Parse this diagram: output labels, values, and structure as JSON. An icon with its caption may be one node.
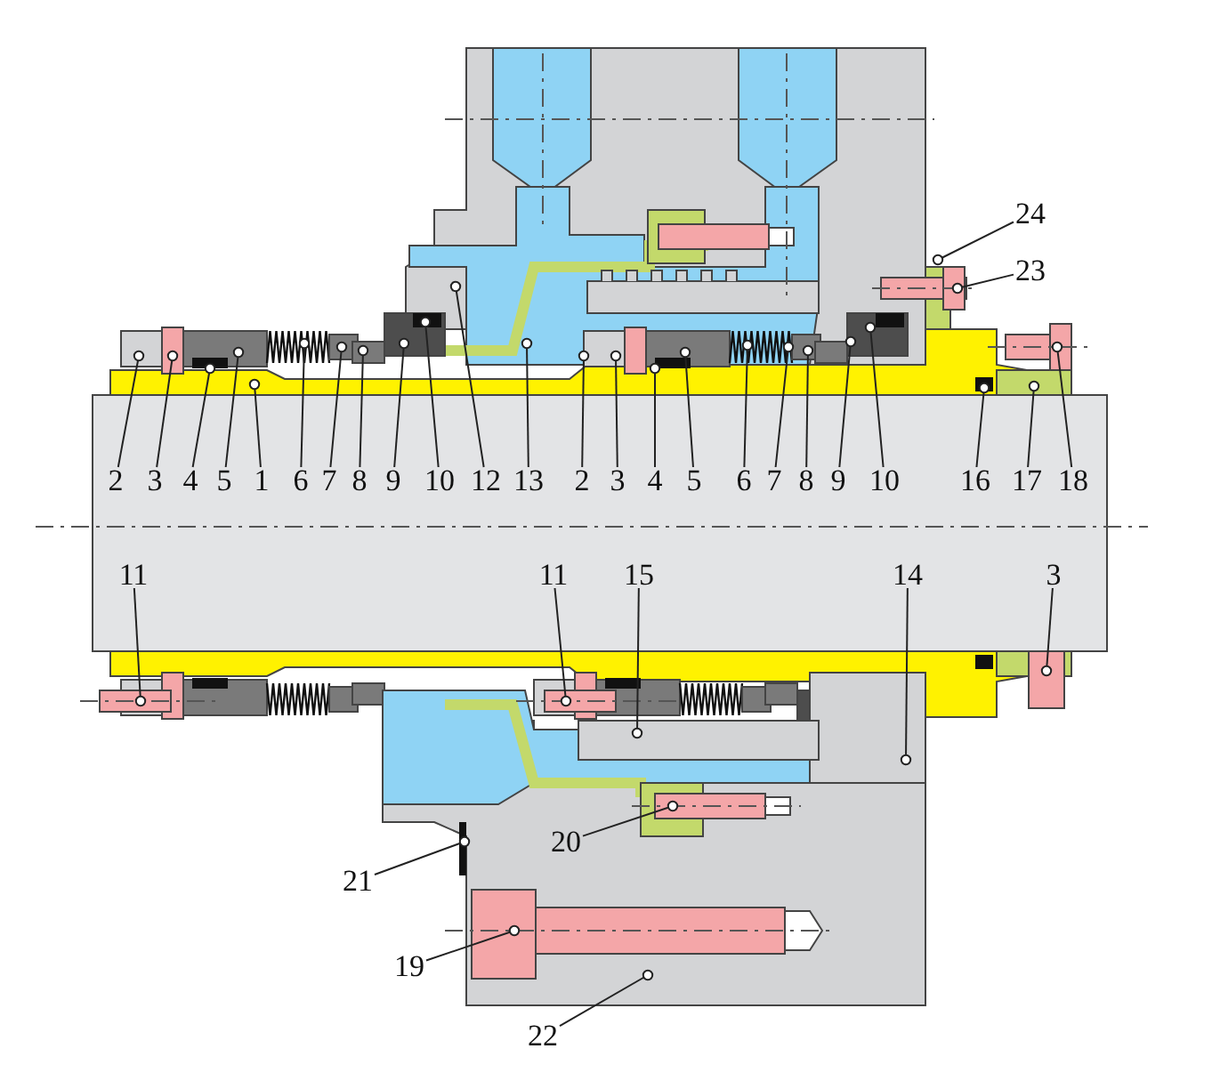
{
  "diagram": {
    "nodes": [
      {
        "text": [
          "24"
        ]
      },
      {
        "text": [
          "23"
        ]
      },
      {
        "text": [
          "2"
        ]
      },
      {
        "text": [
          "3"
        ]
      },
      {
        "text": [
          "4"
        ]
      },
      {
        "text": [
          "5"
        ]
      },
      {
        "text": [
          "1"
        ]
      },
      {
        "text": [
          "6"
        ]
      },
      {
        "text": [
          "7"
        ]
      },
      {
        "text": [
          "8"
        ]
      },
      {
        "text": [
          "9"
        ]
      },
      {
        "text": [
          "10"
        ]
      },
      {
        "text": [
          "12"
        ]
      },
      {
        "text": [
          "13"
        ]
      },
      {
        "text": [
          "2"
        ]
      },
      {
        "text": [
          "3"
        ]
      },
      {
        "text": [
          "4"
        ]
      },
      {
        "text": [
          "5"
        ]
      },
      {
        "text": [
          "6"
        ]
      },
      {
        "text": [
          "7"
        ]
      },
      {
        "text": [
          "8"
        ]
      },
      {
        "text": [
          "9"
        ]
      },
      {
        "text": [
          "10"
        ]
      },
      {
        "text": [
          "16"
        ]
      },
      {
        "text": [
          "17"
        ]
      },
      {
        "text": [
          "18"
        ]
      },
      {
        "text": [
          "11"
        ]
      },
      {
        "text": [
          "11"
        ]
      },
      {
        "text": [
          "15"
        ]
      },
      {
        "text": [
          "14"
        ]
      },
      {
        "text": [
          "3"
        ]
      },
      {
        "text": [
          "20"
        ]
      },
      {
        "text": [
          "21"
        ]
      },
      {
        "text": [
          "19"
        ]
      },
      {
        "text": [
          "22"
        ]
      }
    ],
    "edges": [
      {
        "from": 0,
        "to": null,
        "arrow": "other"
      },
      {
        "from": 1,
        "to": null,
        "arrow": "other"
      },
      {
        "from": 2,
        "to": null,
        "arrow": "other"
      },
      {
        "from": 3,
        "to": null,
        "arrow": "other"
      },
      {
        "from": 4,
        "to": null,
        "arrow": "other"
      },
      {
        "from": 5,
        "to": null,
        "arrow": "other"
      },
      {
        "from": 6,
        "to": null,
        "arrow": "other"
      },
      {
        "from": 7,
        "to": null,
        "arrow": "other"
      },
      {
        "from": 8,
        "to": null,
        "arrow": "other"
      },
      {
        "from": 9,
        "to": null,
        "arrow": "other"
      },
      {
        "from": 10,
        "to": null,
        "arrow": "other"
      },
      {
        "from": 11,
        "to": null,
        "arrow": "other"
      },
      {
        "from": 12,
        "to": null,
        "arrow": "other"
      },
      {
        "from": 13,
        "to": null,
        "arrow": "other"
      },
      {
        "from": 14,
        "to": null,
        "arrow": "other"
      },
      {
        "from": 15,
        "to": null,
        "arrow": "other"
      },
      {
        "from": 16,
        "to": null,
        "arrow": "other"
      },
      {
        "from": 17,
        "to": null,
        "arrow": "other"
      },
      {
        "from": 18,
        "to": null,
        "arrow": "other"
      },
      {
        "from": 19,
        "to": null,
        "arrow": "other"
      },
      {
        "from": 20,
        "to": null,
        "arrow": "other"
      },
      {
        "from": 21,
        "to": null,
        "arrow": "other"
      },
      {
        "from": 22,
        "to": null,
        "arrow": "other"
      },
      {
        "from": 23,
        "to": null,
        "arrow": "other"
      },
      {
        "from": 24,
        "to": null,
        "arrow": "other"
      },
      {
        "from": 25,
        "to": null,
        "arrow": "other"
      },
      {
        "from": 26,
        "to": null,
        "arrow": "other"
      },
      {
        "from": 27,
        "to": null,
        "arrow": "other"
      },
      {
        "from": 28,
        "to": null,
        "arrow": "other"
      },
      {
        "from": 29,
        "to": null,
        "arrow": "other"
      },
      {
        "from": 30,
        "to": null,
        "arrow": "other"
      },
      {
        "from": 31,
        "to": null,
        "arrow": "other"
      },
      {
        "from": 32,
        "to": null,
        "arrow": "other"
      },
      {
        "from": 33,
        "to": null,
        "arrow": "other"
      },
      {
        "from": 34,
        "to": null,
        "arrow": "other"
      }
    ]
  }
}
